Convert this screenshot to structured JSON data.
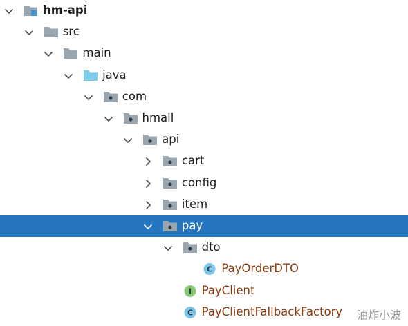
{
  "tree": [
    {
      "label": "hm-api",
      "depth": 0,
      "toggle": "expanded",
      "icon": "module-icon",
      "bold": true,
      "name": "tree-node-hm-api"
    },
    {
      "label": "src",
      "depth": 1,
      "toggle": "expanded",
      "icon": "folder-icon",
      "name": "tree-node-src"
    },
    {
      "label": "main",
      "depth": 2,
      "toggle": "expanded",
      "icon": "folder-icon",
      "name": "tree-node-main"
    },
    {
      "label": "java",
      "depth": 3,
      "toggle": "expanded",
      "icon": "source-folder-icon",
      "name": "tree-node-java"
    },
    {
      "label": "com",
      "depth": 4,
      "toggle": "expanded",
      "icon": "package-icon",
      "name": "tree-node-com"
    },
    {
      "label": "hmall",
      "depth": 5,
      "toggle": "expanded",
      "icon": "package-icon",
      "name": "tree-node-hmall"
    },
    {
      "label": "api",
      "depth": 6,
      "toggle": "expanded",
      "icon": "package-icon",
      "name": "tree-node-api"
    },
    {
      "label": "cart",
      "depth": 7,
      "toggle": "collapsed",
      "icon": "package-icon",
      "name": "tree-node-cart"
    },
    {
      "label": "config",
      "depth": 7,
      "toggle": "collapsed",
      "icon": "package-icon",
      "name": "tree-node-config"
    },
    {
      "label": "item",
      "depth": 7,
      "toggle": "collapsed",
      "icon": "package-icon",
      "name": "tree-node-item"
    },
    {
      "label": "pay",
      "depth": 7,
      "toggle": "expanded",
      "icon": "package-icon",
      "selected": true,
      "name": "tree-node-pay"
    },
    {
      "label": "dto",
      "depth": 8,
      "toggle": "expanded",
      "icon": "package-icon",
      "name": "tree-node-dto"
    },
    {
      "label": "PayOrderDTO",
      "depth": 9,
      "toggle": "none",
      "icon": "class-icon",
      "kind": "class",
      "name": "tree-node-payorderdto"
    },
    {
      "label": "PayClient",
      "depth": 8,
      "toggle": "none",
      "icon": "interface-icon",
      "kind": "class",
      "name": "tree-node-payclient"
    },
    {
      "label": "PayClientFallbackFactory",
      "depth": 8,
      "toggle": "none",
      "icon": "class-icon",
      "kind": "class",
      "name": "tree-node-payclientfallbackfactory"
    }
  ],
  "icon_letters": {
    "class": "C",
    "interface": "I"
  },
  "colors": {
    "selection": "#2675bf",
    "folder": "#9aa7b0",
    "source_folder": "#7ecbec",
    "class_badge": "#7cc6e8",
    "interface_badge": "#8cc974",
    "class_label": "#8a3b10"
  },
  "watermark": "油炸小波"
}
